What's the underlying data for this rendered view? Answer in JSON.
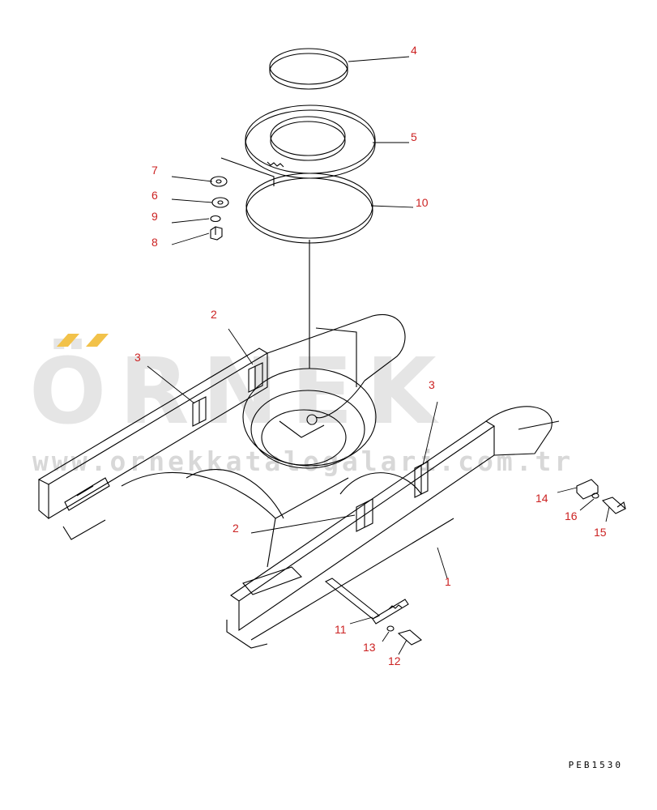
{
  "watermark": {
    "word": "ÖRNEK",
    "url": "www.ornekkatalogalari.com.tr",
    "accent_color": "#f2c24a"
  },
  "figure_code": "PEB1530",
  "callout_color": "#cc2222",
  "callouts": [
    "4",
    "5",
    "10",
    "7",
    "6",
    "9",
    "8",
    "2",
    "3",
    "3",
    "2",
    "14",
    "16",
    "15",
    "1",
    "11",
    "13",
    "12"
  ]
}
